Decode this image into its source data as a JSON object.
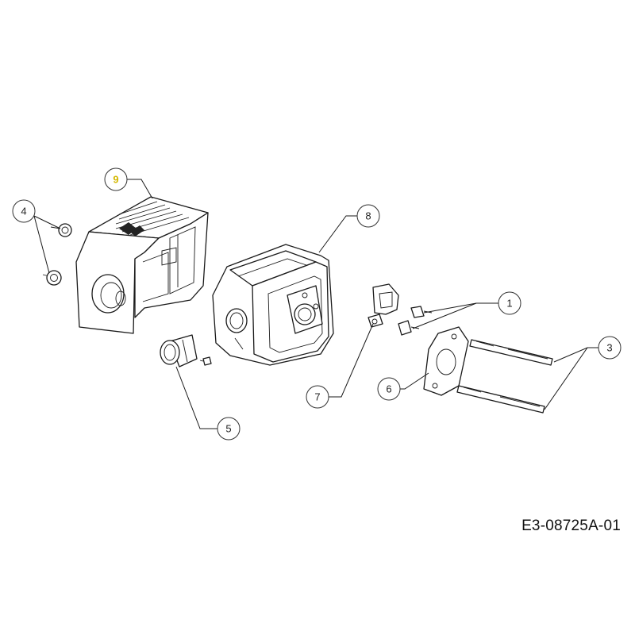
{
  "diagram": {
    "callouts": [
      {
        "id": "1",
        "label": "1"
      },
      {
        "id": "3",
        "label": "3"
      },
      {
        "id": "4",
        "label": "4"
      },
      {
        "id": "5",
        "label": "5"
      },
      {
        "id": "6",
        "label": "6"
      },
      {
        "id": "7",
        "label": "7"
      },
      {
        "id": "8",
        "label": "8"
      },
      {
        "id": "9",
        "label": "9",
        "highlight_color": "#f2e04a"
      }
    ],
    "document_code": "E3-08725A-01"
  }
}
